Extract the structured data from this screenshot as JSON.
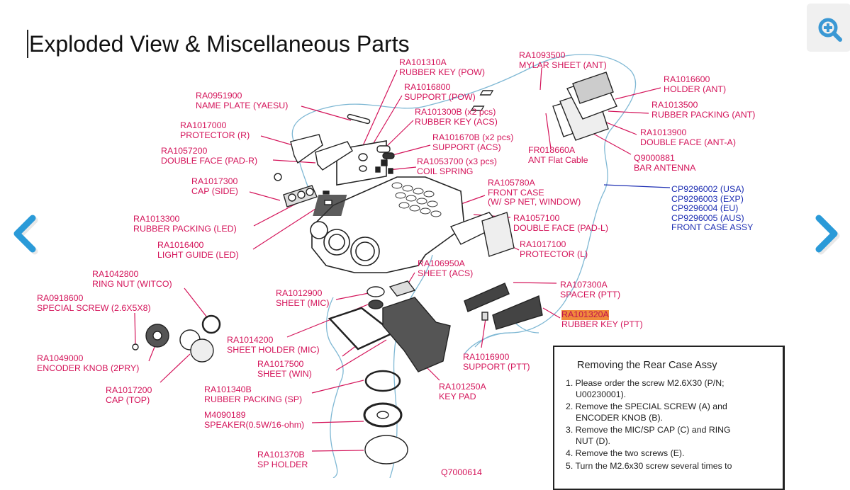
{
  "page": {
    "title": "Exploded View & Miscellaneous Parts"
  },
  "controls": {
    "zoom_icon": "zoom-in-icon",
    "prev_icon": "chevron-left-icon",
    "next_icon": "chevron-right-icon",
    "accent": "#2a9ad8"
  },
  "colors": {
    "label": "#d4145a",
    "assy_label": "#1e2fb3",
    "leader": "#d4145a",
    "outline": "#7fb8d4",
    "highlight": "#f08a3c"
  },
  "parts": {
    "rubber_key_pow": {
      "pn": "RA101310A",
      "name": "RUBBER KEY (POW)"
    },
    "support_pow": {
      "pn": "RA1016800",
      "name": "SUPPORT (POW)"
    },
    "rubber_key_acs": {
      "pn": "RA101300B (x2 pcs)",
      "name": "RUBBER KEY (ACS)"
    },
    "support_acs": {
      "pn": "RA101670B (x2 pcs)",
      "name": "SUPPORT (ACS)"
    },
    "coil_spring": {
      "pn": "RA1053700 (x3 pcs)",
      "name": "COIL SPRING"
    },
    "mylar_sheet": {
      "pn": "RA1093500",
      "name": "MYLAR SHEET (ANT)"
    },
    "ant_flat_cable": {
      "pn": "FR018660A",
      "name": "ANT Flat Cable"
    },
    "holder_ant": {
      "pn": "RA1016600",
      "name": "HOLDER (ANT)"
    },
    "rubber_packing_ant": {
      "pn": "RA1013500",
      "name": "RUBBER PACKING (ANT)"
    },
    "double_face_ant": {
      "pn": "RA1013900",
      "name": "DOUBLE FACE (ANT-A)"
    },
    "bar_antenna": {
      "pn": "Q9000881",
      "name": "BAR ANTENNA"
    },
    "name_plate": {
      "pn": "RA0951900",
      "name": "NAME PLATE (YAESU)"
    },
    "protector_r": {
      "pn": "RA1017000",
      "name": "PROTECTOR (R)"
    },
    "double_face_pad_r": {
      "pn": "RA1057200",
      "name": "DOUBLE FACE (PAD-R)"
    },
    "cap_side": {
      "pn": "RA1017300",
      "name": "CAP (SIDE)"
    },
    "rubber_packing_led": {
      "pn": "RA1013300",
      "name": "RUBBER PACKING (LED)"
    },
    "light_guide": {
      "pn": "RA1016400",
      "name": "LIGHT GUIDE (LED)"
    },
    "front_case": {
      "pn": "RA105780A",
      "name": "FRONT CASE",
      "name2": "(W/ SP NET, WINDOW)"
    },
    "double_face_pad_l": {
      "pn": "RA1057100",
      "name": "DOUBLE FACE (PAD-L)"
    },
    "protector_l": {
      "pn": "RA1017100",
      "name": "PROTECTOR (L)"
    },
    "front_case_assy": {
      "lines": [
        "CP9296002 (USA)",
        "CP9296003 (EXP)",
        "CP9296004 (EU)",
        "CP9296005 (AUS)",
        "FRONT CASE ASSY"
      ]
    },
    "ring_nut": {
      "pn": "RA1042800",
      "name": "RING NUT (WITCO)"
    },
    "special_screw": {
      "pn": "RA0918600",
      "name": "SPECIAL SCREW (2.6X5X8)"
    },
    "sheet_mic": {
      "pn": "RA1012900",
      "name": "SHEET (MIC)"
    },
    "sheet_acs": {
      "pn": "RA106950A",
      "name": "SHEET (ACS)"
    },
    "spacer_ptt": {
      "pn": "RA107300A",
      "name": "SPACER (PTT)"
    },
    "rubber_key_ptt": {
      "pn": "RA101320A",
      "name": "RUBBER KEY (PTT)"
    },
    "encoder_knob": {
      "pn": "RA1049000",
      "name": "ENCODER KNOB (2PRY)"
    },
    "sheet_holder_mic": {
      "pn": "RA1014200",
      "name": "SHEET HOLDER (MIC)"
    },
    "sheet_win": {
      "pn": "RA1017500",
      "name": "SHEET (WIN)"
    },
    "support_ptt": {
      "pn": "RA1016900",
      "name": "SUPPORT (PTT)"
    },
    "cap_top": {
      "pn": "RA1017200",
      "name": "CAP (TOP)"
    },
    "rubber_packing_sp": {
      "pn": "RA101340B",
      "name": "RUBBER PACKING (SP)"
    },
    "key_pad": {
      "pn": "RA101250A",
      "name": "KEY PAD"
    },
    "speaker": {
      "pn": "M4090189",
      "name": "SPEAKER(0.5W/16-ohm)"
    },
    "sp_holder": {
      "pn": "RA101370B",
      "name": "SP HOLDER"
    },
    "q7000614": {
      "pn": "Q7000614"
    }
  },
  "instructions": {
    "title": "Removing the Rear Case Assy",
    "steps": [
      {
        "l1": "1. Please order the screw M2.6X30 (P/N;",
        "l2": "U00230001)."
      },
      {
        "l1": "2. Remove the SPECIAL SCREW (A) and",
        "l2": "ENCODER KNOB (B)."
      },
      {
        "l1": "3. Remove the MIC/SP CAP (C) and RING",
        "l2": "NUT (D)."
      },
      {
        "l1": "4. Remove the two screws (E).",
        "l2": ""
      },
      {
        "l1": "5. Turn the M2.6x30 screw several times to",
        "l2": ""
      }
    ]
  }
}
